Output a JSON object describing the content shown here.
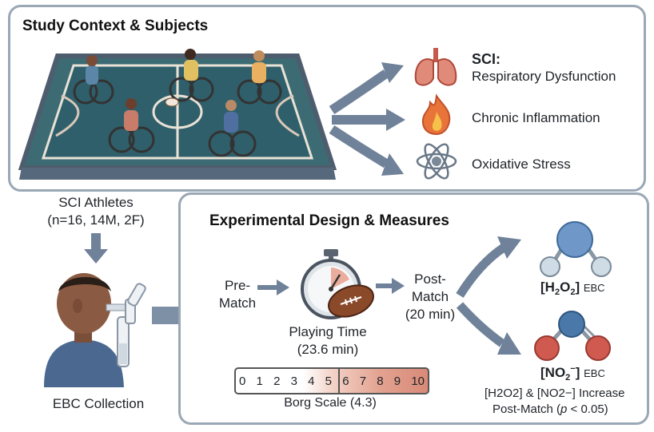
{
  "context": {
    "title": "Study Context & Subjects",
    "items": [
      {
        "icon": "lungs-icon",
        "bold": "SCI:",
        "text": "Respiratory Dysfunction"
      },
      {
        "icon": "flame-icon",
        "bold": "",
        "text": "Chronic Inflammation"
      },
      {
        "icon": "atom-icon",
        "bold": "",
        "text": "Oxidative Stress"
      }
    ]
  },
  "subjects": {
    "line1": "SCI Athletes",
    "line2": "(n=16, 14M, 2F)",
    "collection": "EBC Collection"
  },
  "experiment": {
    "title": "Experimental Design & Measures",
    "pre_line1": "Pre-",
    "pre_line2": "Match",
    "post_line1": "Post-",
    "post_line2": "Match",
    "post_line3": "(20 min)",
    "playing_line1": "Playing Time",
    "playing_line2": "(23.6 min)",
    "borg_ticks": [
      "0",
      "1",
      "2",
      "3",
      "4",
      "5",
      "6",
      "7",
      "8",
      "9",
      "10"
    ],
    "borg_caption": "Borg Scale (4.3)",
    "h2o2": {
      "open": "[H",
      "sub1": "2",
      "mid": "O",
      "sub2": "2",
      "close": "]",
      "suffix": "EBC"
    },
    "no2": {
      "open": "[NO",
      "sub1": "2",
      "sup": "−",
      "close": "]",
      "suffix": "EBC"
    },
    "result_line1": "[H2O2] & [NO2−] Increase",
    "result_line2_a": "Post-Match (",
    "result_line2_p": "p",
    "result_line2_b": " < 0.05)"
  },
  "colors": {
    "panel_border": "#9aa7b5",
    "arrow": "#6f829a",
    "court_teal": "#2f5f6b",
    "borg_low": "#ffffff",
    "borg_high": "#d98a78"
  }
}
